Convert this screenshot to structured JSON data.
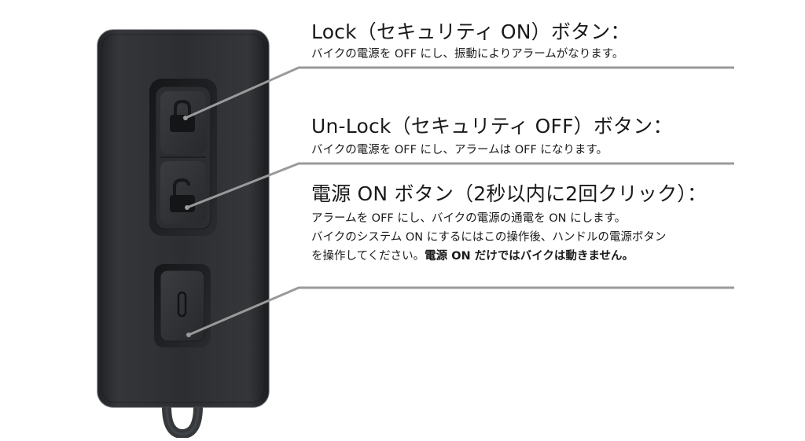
{
  "annotations": {
    "lock": {
      "title": "Lock（セキュリティ ON）ボタン：",
      "description": "バイクの電源を OFF にし、振動によりアラームがなります。"
    },
    "unlock": {
      "title": "Un-Lock（セキュリティ OFF）ボタン：",
      "description": "バイクの電源を OFF にし、アラームは OFF になります。"
    },
    "power": {
      "title": "電源 ON ボタン（2秒以内に2回クリック）：",
      "description_line1": "アラームを OFF にし、バイクの電源の通電を ON にします。",
      "description_line2": "バイクのシステム ON にするにはこの操作後、ハンドルの電源ボタン",
      "description_line3_normal": "を操作してください。",
      "description_line3_bold": "電源 ON だけではバイクは動きません。"
    }
  },
  "icons": {
    "lock_button": "padlock-closed-icon",
    "unlock_button": "padlock-open-icon",
    "power_button": "power-slot-icon"
  },
  "colors": {
    "fob_body": "#2b2d30",
    "fob_edge": "#3a3c40",
    "button_recess": "#1e1f22",
    "leader_line": "#9a9a9a",
    "text": "#1a1a1a"
  }
}
